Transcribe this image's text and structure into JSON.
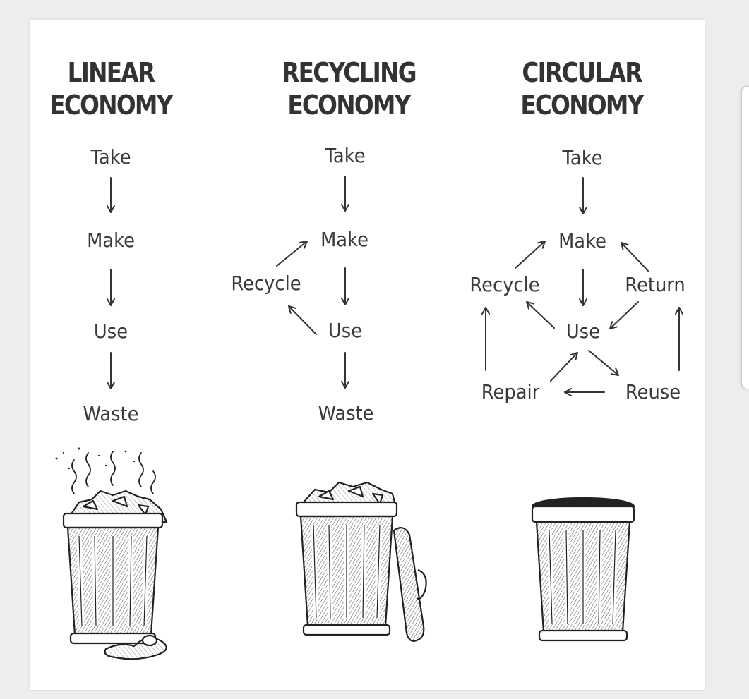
{
  "diagrams": [
    {
      "title_line1": "LINEAR",
      "title_line2": "ECONOMY",
      "steps": {
        "take": "Take",
        "make": "Make",
        "use": "Use",
        "waste": "Waste"
      }
    },
    {
      "title_line1": "RECYCLING",
      "title_line2": "ECONOMY",
      "steps": {
        "take": "Take",
        "make": "Make",
        "recycle": "Recycle",
        "use": "Use",
        "waste": "Waste"
      }
    },
    {
      "title_line1": "CIRCULAR",
      "title_line2": "ECONOMY",
      "steps": {
        "take": "Take",
        "make": "Make",
        "recycle": "Recycle",
        "return": "Return",
        "use": "Use",
        "repair": "Repair",
        "reuse": "Reuse"
      }
    }
  ],
  "illustrations": [
    {
      "icon": "overflowing-trash-can-icon",
      "state": "overflowing with stink lines"
    },
    {
      "icon": "half-full-trash-can-icon",
      "state": "lid open, partly full"
    },
    {
      "icon": "empty-trash-can-icon",
      "state": "empty"
    }
  ],
  "colors": {
    "ink": "#333333",
    "card": "#ffffff",
    "page": "#ededed"
  }
}
